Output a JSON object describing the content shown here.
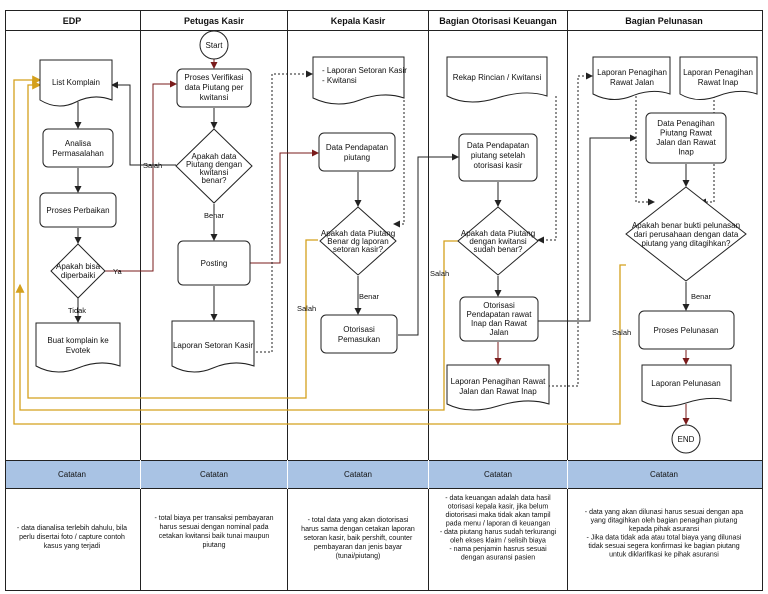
{
  "lanes": {
    "edp": "EDP",
    "kasir": "Petugas Kasir",
    "kepala": "Kepala Kasir",
    "otorisasi": "Bagian Otorisasi Keuangan",
    "pelunasan": "Bagian Pelunasan"
  },
  "catatan_label": "Catatan",
  "colors": {
    "flow_arrow": "#7a1b1b",
    "return_flow": "#d4a01c",
    "note_band": "#a9c3e4"
  },
  "nodes": {
    "start": "Start",
    "end": "END",
    "list_komplain": "List Komplain",
    "analisa": [
      "Analisa",
      "Permasalahan"
    ],
    "perbaikan": "Proses Perbaikan",
    "bisa_diperbaiki": [
      "Apakah bisa",
      "diperbaiki"
    ],
    "evotek": [
      "Buat komplain ke",
      "Evotek"
    ],
    "verifikasi": [
      "Proses Verifikasi",
      "data Piutang per",
      "kwitansi"
    ],
    "cek_kasir": [
      "Apakah data",
      "Piutang dengan",
      "kwitansi",
      "benar?"
    ],
    "posting": "Posting",
    "laporan_setoran": "Laporan Setoran Kasir",
    "lap_setoran_kw": [
      "- Laporan Setoran  Kasir",
      "- Kwitansi"
    ],
    "pendapatan_piutang": [
      "Data Pendapatan",
      "piutang"
    ],
    "cek_kepala": [
      "Apakah data Piutang",
      "Benar dg laporan",
      "setoran kasir?"
    ],
    "otorisasi_pemasukan": [
      "Otorisasi",
      "Pemasukan"
    ],
    "rekap": "Rekap Rincian / Kwitansi",
    "pendapatan_otorisasi": [
      "Data Pendapatan",
      "piutang setelah",
      "otorisasi kasir"
    ],
    "cek_otorisasi": [
      "Apakah data Piutang",
      "dengan kwitansi",
      "sudah benar?"
    ],
    "otorisasi_rawat": [
      "Otorisasi",
      "Pendapatan rawat",
      "Inap dan Rawat",
      "Jalan"
    ],
    "lap_penagihan_rj_ri": [
      "Laporan Penagihan Rawat",
      "Jalan dan Rawat Inap"
    ],
    "lap_rawat_jalan": [
      "Laporan Penagihan",
      "Rawat Jalan"
    ],
    "lap_rawat_inap": [
      "Laporan Penagihan",
      "Rawat Inap"
    ],
    "data_penagihan": [
      "Data Penagihan",
      "Piutang Rawat",
      "Jalan dan Rawat",
      "Inap"
    ],
    "cek_pelunasan": [
      "Apakah benar bukti pelunasan",
      "dari perusahaan dengan data",
      "piutang yang ditagihkan?"
    ],
    "proses_pelunasan": "Proses Pelunasan",
    "laporan_pelunasan": "Laporan Pelunasan"
  },
  "edge_labels": {
    "salah": "Salah",
    "benar": "Benar",
    "ya": "Ya",
    "tidak": "Tidak"
  },
  "notes": {
    "edp": [
      "- data dianalisa terlebih dahulu, bila",
      "perlu disertai foto / capture contoh",
      "kasus yang terjadi"
    ],
    "kasir": [
      "- total biaya per transaksi pembayaran",
      "harus sesuai dengan nominal pada",
      "cetakan kwitansi baik tunai maupun",
      "piutang"
    ],
    "kepala": [
      "- total data yang akan diotorisasi",
      "harus sama dengan cetakan laporan",
      "setoran kasir, baik pershift, counter",
      "pembayaran dan jenis bayar",
      "(tunai/piutang)"
    ],
    "otorisasi": [
      "- data keuangan adalah data hasil",
      "otorisasi kepala kasir, jika belum",
      "diotorisasi maka tidak akan tampil",
      "pada menu / laporan di keuangan",
      "",
      "- data piutang harus sudah terkurangi",
      "oleh ekses klaim / selisih biaya",
      "",
      "- nama penjamin hasrus sesuai",
      "dengan asuransi pasien"
    ],
    "pelunasan": [
      "- data yang akan dilunasi harus sesuai dengan apa",
      "yang ditagihkan oleh bagian penagihan piutang",
      "kepada pihak asuransi",
      "",
      "- Jika data tidak ada atau total biaya yang dilunasi",
      "tidak sesuai segera konfirmasi ke bagian piutang",
      "untuk diklarifikasi ke pihak asuransi"
    ]
  }
}
